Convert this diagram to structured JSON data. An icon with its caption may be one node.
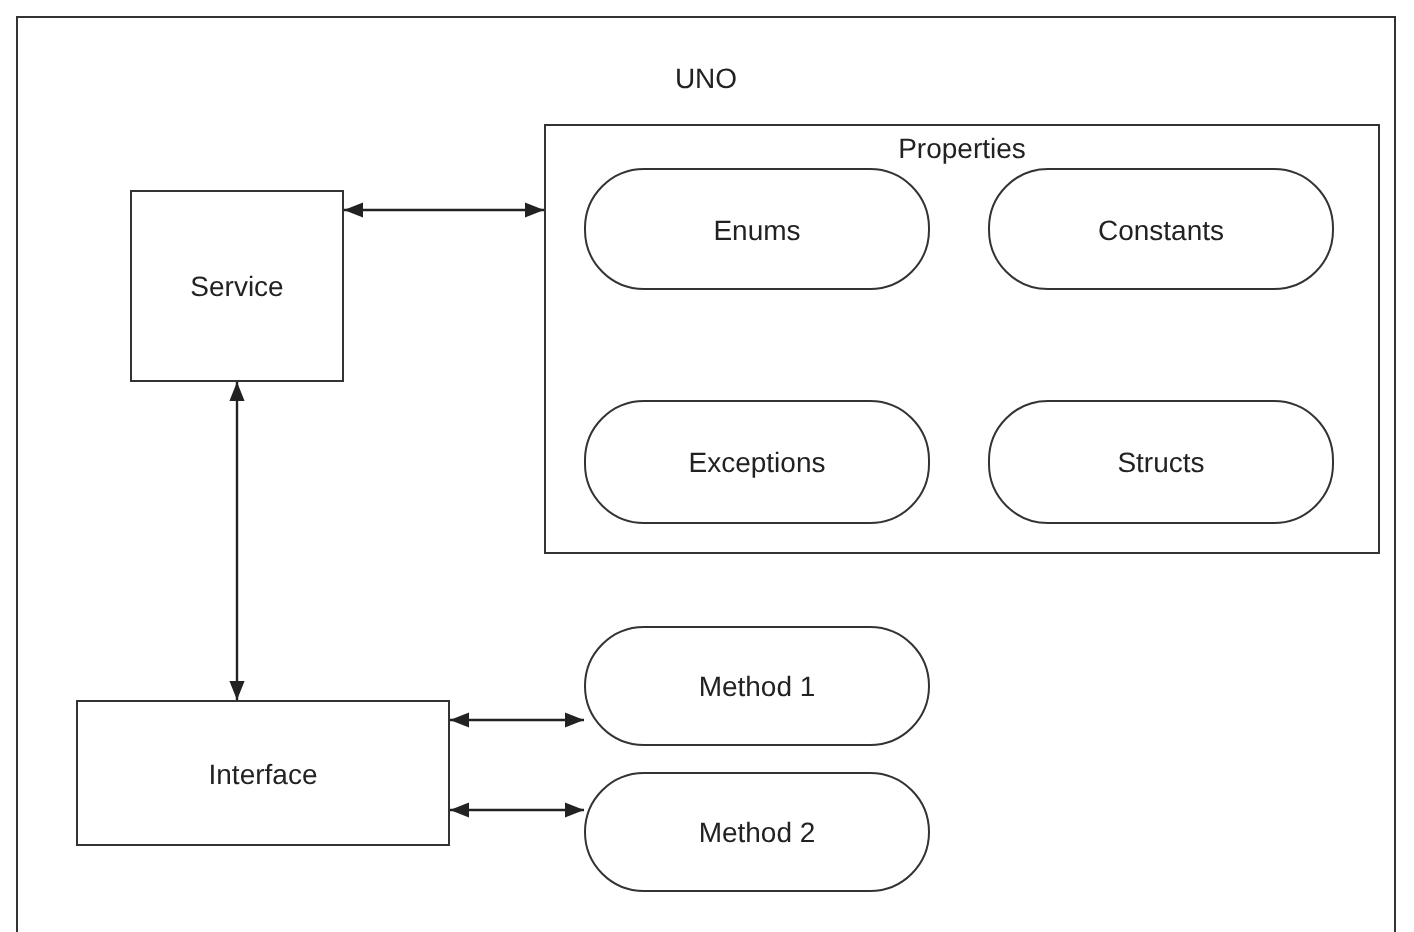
{
  "diagram": {
    "nodes": [
      {
        "text": [
          "UNO"
        ]
      },
      {
        "text": [
          "Service"
        ],
        "in": 0
      },
      {
        "text": [
          "Properties"
        ],
        "in": 0
      },
      {
        "text": [
          "Enums"
        ],
        "in": 2
      },
      {
        "text": [
          "Constants"
        ],
        "in": 2
      },
      {
        "text": [
          "Exceptions"
        ],
        "in": 2
      },
      {
        "text": [
          "Structs"
        ],
        "in": 2
      },
      {
        "text": [
          "Interface"
        ],
        "in": 0
      },
      {
        "text": [
          "Method 1"
        ],
        "in": 0
      },
      {
        "text": [
          "Method 2"
        ],
        "in": 0
      }
    ],
    "edges": [
      {
        "from": 1,
        "to": 2,
        "arrow": "both"
      },
      {
        "from": 1,
        "to": 7,
        "arrow": "both"
      },
      {
        "from": 7,
        "to": 8,
        "arrow": "both"
      },
      {
        "from": 7,
        "to": 9,
        "arrow": "both"
      }
    ]
  }
}
